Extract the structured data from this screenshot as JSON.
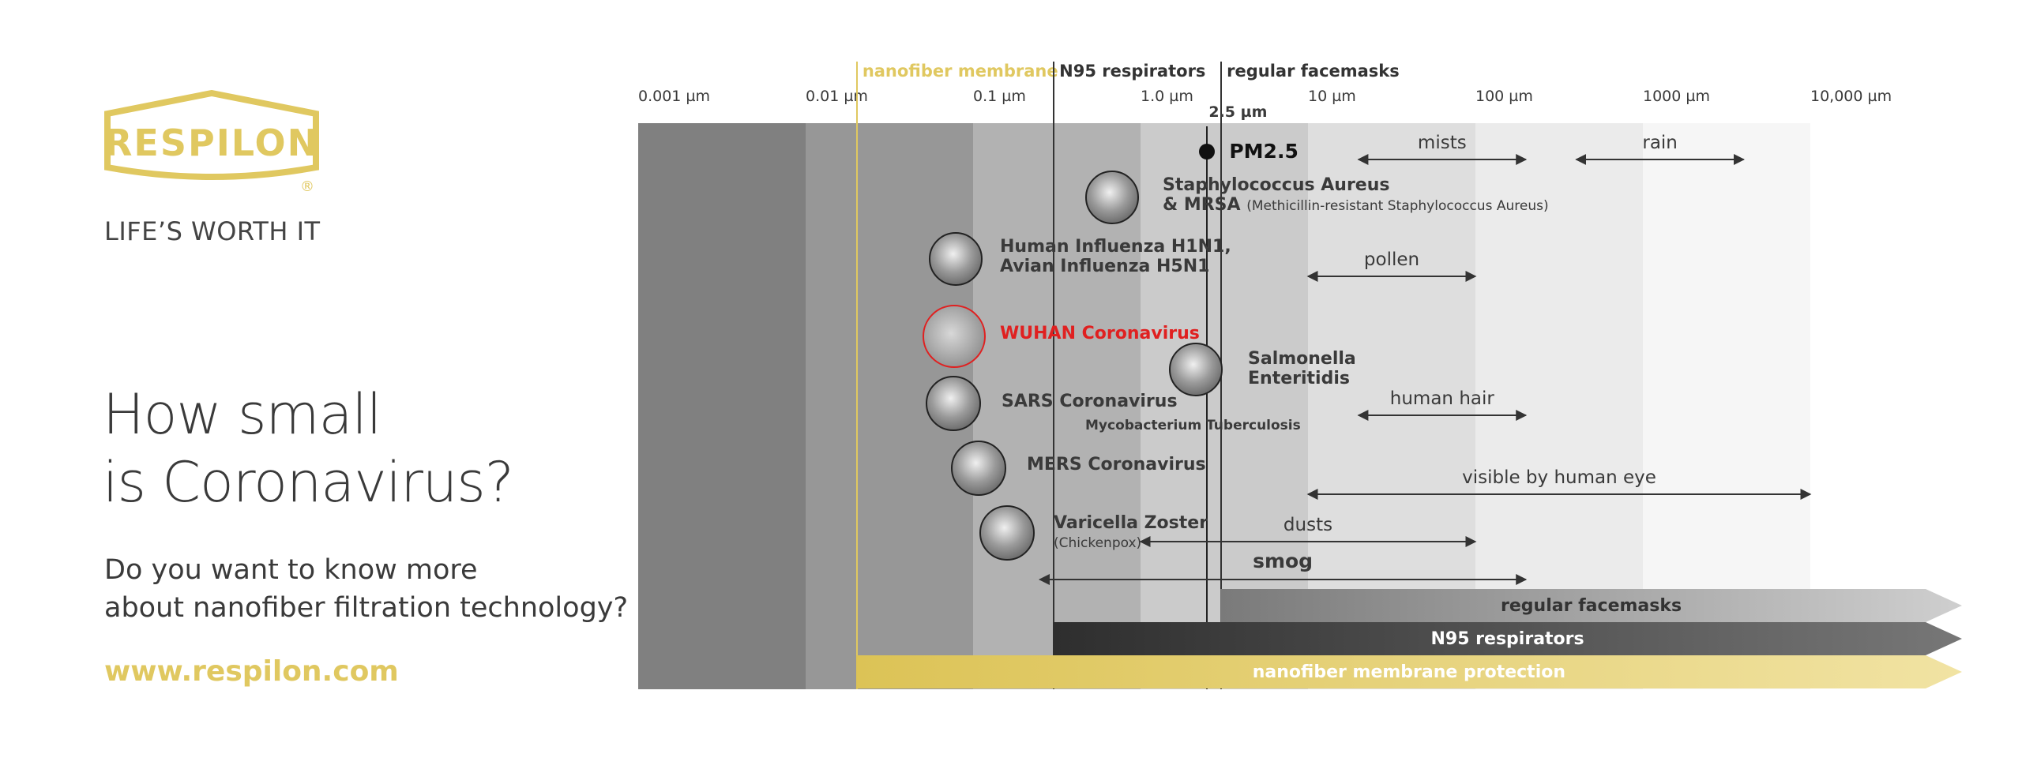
{
  "brand": {
    "name": "RESPILON",
    "registered": "®",
    "slogan": "LIFE’S WORTH IT",
    "color": "#e0c860",
    "logo_icon": "shield-badge-icon"
  },
  "headline": {
    "line1": "How small",
    "line2": "is Coronavirus?"
  },
  "subtext": {
    "line1": "Do you want to know more",
    "line2": "about nanofiber filtration technology?"
  },
  "website": "www.respilon.com",
  "chart": {
    "ticks": [
      "0.001 µm",
      "0.01 µm",
      "0.1 µm",
      "1.0 µm",
      "10 µm",
      "100 µm",
      "1000 µm",
      "10,000 µm"
    ],
    "filters": [
      {
        "label": "nanofiber membrane",
        "size_um": 0.02,
        "color": "#e0c860"
      },
      {
        "label": "N95 respirators",
        "size_um": 0.3,
        "color": "#333333"
      },
      {
        "label": "regular facemasks",
        "size_um": 3,
        "color": "#333333"
      }
    ],
    "pm25": {
      "marker_label": "2.5 µm",
      "label": "PM2.5",
      "size_um": 2.5
    },
    "particles": [
      {
        "line1": "Staphylococcus Aureus",
        "line2": "& MRSA",
        "note": "(Methicillin-resistant Staphylococcus Aureus)",
        "icon": "bacteria-cluster-icon"
      },
      {
        "line1": "Human Influenza H1N1,",
        "line2": "Avian Influenza H5N1",
        "icon": "influenza-virus-icon"
      },
      {
        "line1": "WUHAN Coronavirus",
        "icon": "coronavirus-icon",
        "highlight": "#e02020"
      },
      {
        "line1": "Salmonella",
        "line2": "Enteritidis",
        "icon": "salmonella-bacteria-icon"
      },
      {
        "line1": "SARS Coronavirus",
        "icon": "sars-virus-icon"
      },
      {
        "line1": "Mycobacterium Tuberculosis"
      },
      {
        "line1": "MERS Coronavirus",
        "icon": "mers-virus-icon"
      },
      {
        "line1": "Varicella Zoster",
        "note": "(Chickenpox)",
        "icon": "varicella-virus-icon"
      }
    ],
    "ranges": [
      {
        "label": "mists",
        "from_um": 20,
        "to_um": 200
      },
      {
        "label": "rain",
        "from_um": 400,
        "to_um": 4000
      },
      {
        "label": "pollen",
        "from_um": 10,
        "to_um": 100
      },
      {
        "label": "human hair",
        "from_um": 20,
        "to_um": 200
      },
      {
        "label": "visible by human eye",
        "from_um": 10,
        "to_um": 10000
      },
      {
        "label": "dusts",
        "from_um": 1,
        "to_um": 100
      },
      {
        "label": "smog",
        "from_um": 0.25,
        "to_um": 200
      }
    ],
    "bands": [
      {
        "from_um": 0.001,
        "to_um": 0.01,
        "color": "#808080"
      },
      {
        "from_um": 0.01,
        "to_um": 0.1,
        "color": "#979797"
      },
      {
        "from_um": 0.1,
        "to_um": 1,
        "color": "#b2b2b2"
      },
      {
        "from_um": 1,
        "to_um": 10,
        "color": "#cbcbcb"
      },
      {
        "from_um": 10,
        "to_um": 100,
        "color": "#dedede"
      },
      {
        "from_um": 100,
        "to_um": 1000,
        "color": "#ebebeb"
      },
      {
        "from_um": 1000,
        "to_um": 10000,
        "color": "#f6f6f6"
      }
    ],
    "protection": [
      {
        "label": "regular facemasks",
        "from_um": 3,
        "color_start": "#7a7a7a",
        "color_end": "#cfcfcf",
        "text_color": "#333333"
      },
      {
        "label": "N95 respirators",
        "from_um": 0.3,
        "color_start": "#2e2e2e",
        "color_end": "#777777",
        "text_color": "#ffffff"
      },
      {
        "label": "nanofiber membrane protection",
        "from_um": 0.02,
        "color_start": "#dcc356",
        "color_end": "#f1e3a3",
        "text_color": "#ffffff"
      }
    ]
  }
}
